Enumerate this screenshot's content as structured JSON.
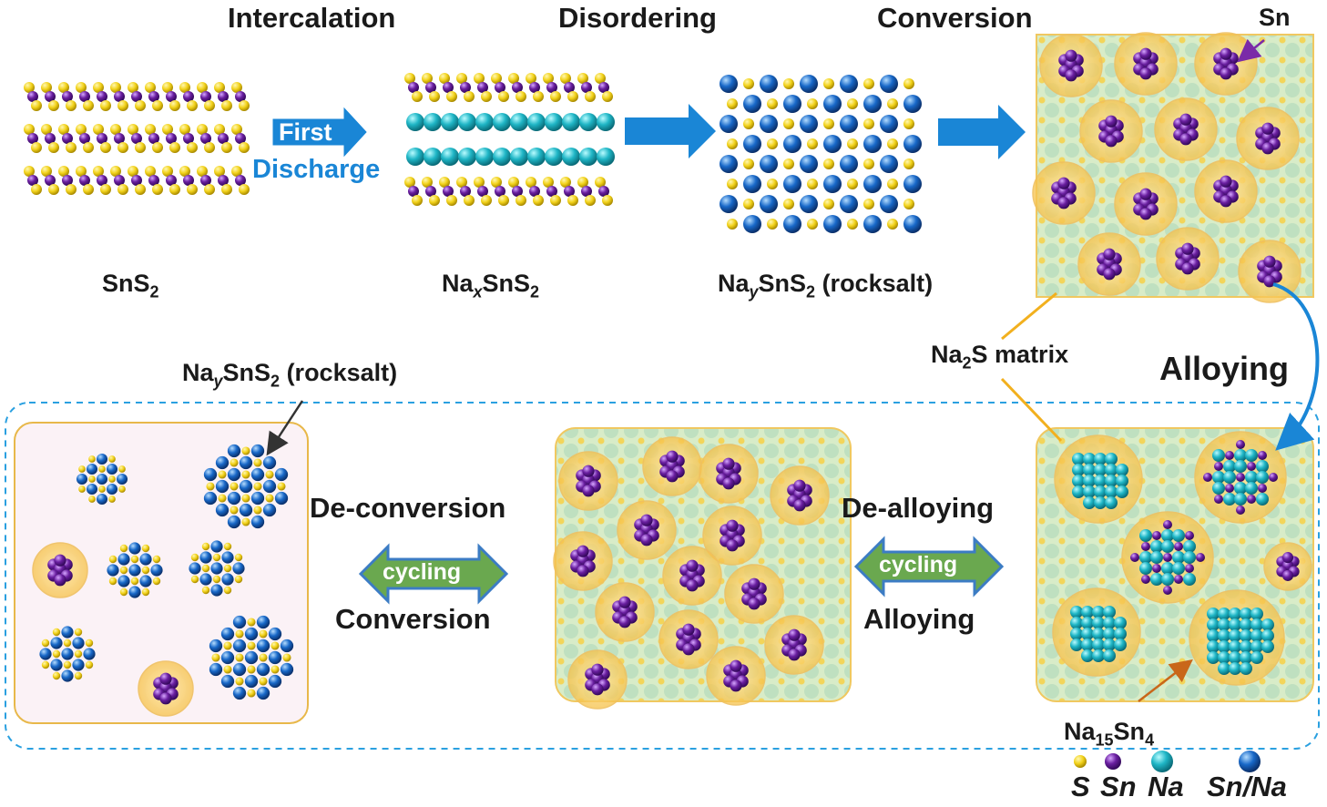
{
  "stages": {
    "intercalation": "Intercalation",
    "disordering": "Disordering",
    "conversion": "Conversion"
  },
  "materials": {
    "sns2_pre": "SnS",
    "sns2_sub": "2",
    "naxsns2_na": "Na",
    "naxsns2_x": "x",
    "naxsns2_mid": "SnS",
    "naxsns2_sub": "2",
    "naysns2_na": "Na",
    "naysns2_y": "y",
    "naysns2_mid": "SnS",
    "naysns2_sub": "2",
    "naysns2_suffix": " (rocksalt)"
  },
  "first_discharge": {
    "line1": "First",
    "line2": "Discharge"
  },
  "sn_label": "Sn",
  "na2s_matrix": {
    "pre": "Na",
    "sub": "2",
    "post": "S matrix"
  },
  "alloying_big": "Alloying",
  "rocksalt_callout": {
    "na": "Na",
    "y": "y",
    "mid": "SnS",
    "sub": "2",
    "suffix": " (rocksalt)"
  },
  "left_process": {
    "top": "De-conversion",
    "bottom": "Conversion",
    "arrow": "cycling"
  },
  "right_process": {
    "top": "De-alloying",
    "bottom": "Alloying",
    "arrow": "cycling"
  },
  "na15sn4": {
    "pre": "Na",
    "sub1": "15",
    "mid": "Sn",
    "sub2": "4"
  },
  "legend": [
    {
      "label": "S",
      "color": "#f2d21a"
    },
    {
      "label": "Sn",
      "color": "#6a1fa0"
    },
    {
      "label": "Na",
      "color": "#1fb6c6"
    },
    {
      "label": "Sn/Na",
      "color": "#1868c8"
    }
  ],
  "colors": {
    "sulfur": "#f2d21a",
    "tin": "#6a1fa0",
    "sodium": "#1fb6c6",
    "sn_na": "#1868c8",
    "arrow_blue": "#1a86d6",
    "arrow_green": "#6aa84f",
    "matrix_green": "#cfe7c6",
    "halo": "#f7c85a",
    "dashed": "#2aa0e0"
  }
}
